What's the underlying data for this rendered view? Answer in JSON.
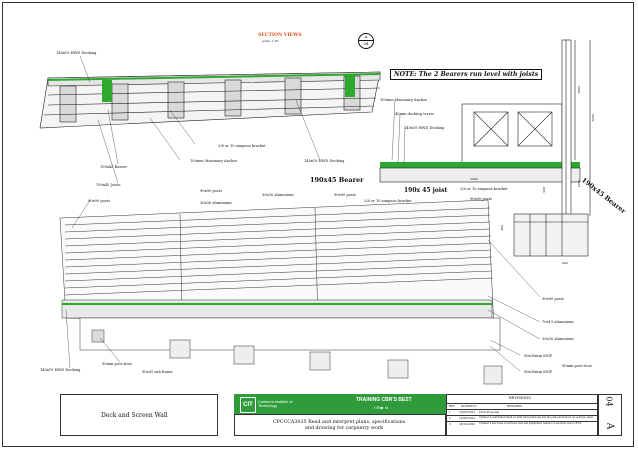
{
  "section": {
    "title": "SECTION VIEWS",
    "scale": "scale: 1:25",
    "ref_top": "A",
    "ref_bottom": "04"
  },
  "note": "NOTE: The 2 Bearers run level with joists",
  "labels": {
    "hwd_decking_top": "140x19 HWD Decking",
    "simpson_bracket_1": "2/8 or 10 simpson bracket",
    "bearer_1": "190x45 Bearer",
    "masonry_anchor_1": "100mm Masonary Anchor",
    "hwd_decking_mid": "140x19 HWD Decking",
    "joists": "190x45 Joists",
    "posts_1": "90x90 posts",
    "aluminium_1": "30x30 aluminium",
    "posts_2": "90x90 posts",
    "posts_left": "90x90 posts",
    "aluminium_2": "30x30 aluminium",
    "masonry_anchor_2": "100mm Masonary Anchor",
    "decking_screw": "45mm decking screw",
    "hwd_decking_right": "140x19 HWD Decking",
    "bearer_big": "190x45 Bearer",
    "joist_big": "190x 45 joist",
    "simpson_bracket_2": "2/8 or 10 simpson bracket",
    "simpson_bracket_3": "2/8 or 10 simpson bracket",
    "posts_right": "90x90 posts",
    "bearer_rotated": "190x45 Bearer",
    "posts_far_right": "90x90 posts",
    "aluminium_70": "70x15 aluminium",
    "aluminium_30_right": "30x30 aluminium",
    "mgp_1": "90x35mm MGP",
    "post_shoe_right": "90mm post shoe",
    "mgp_2": "90x35mm MGP",
    "hwd_decking_bottom": "140x19 HWD Decking",
    "post_shoe_bottom": "90mm post shoe",
    "sub_frame": "90x35 sub frame"
  },
  "dims": {
    "d1": "2000",
    "d2": "3000",
    "d3": "3000",
    "d4": "900",
    "d5": "1500",
    "d6": "400",
    "d7": "400"
  },
  "title_block": {
    "drawing_title": "Deck and Screen Wall",
    "institute": "Canberra Institute of Technology",
    "training": "TRAINING CBR'S BEST",
    "unit_line1": "CPCCCA3025 Read and interpret plans, specifications",
    "unit_line2": "and drawing for carpentry work",
    "revisions_heading": "REVISIONS",
    "rev_headers": [
      "REV",
      "DD/MM/YY",
      "REMARKS"
    ],
    "rev_rows": [
      [
        "1",
        "23/05/2022",
        "First Proposal"
      ],
      [
        "2",
        "12/06/2022",
        "Updated to add better detail on what the bearers are and the joists and braced up sections, sheet"
      ],
      [
        "3",
        "20/12/2022",
        "Updated a few notes on sections view and highlighted bearers on sections view to R/C0"
      ]
    ],
    "sheet_no": "04",
    "sheet_letter": "A"
  },
  "colors": {
    "accent_green": "#2fa82f",
    "brand_green": "#2f9b3a",
    "title_orange": "#e0561f"
  }
}
